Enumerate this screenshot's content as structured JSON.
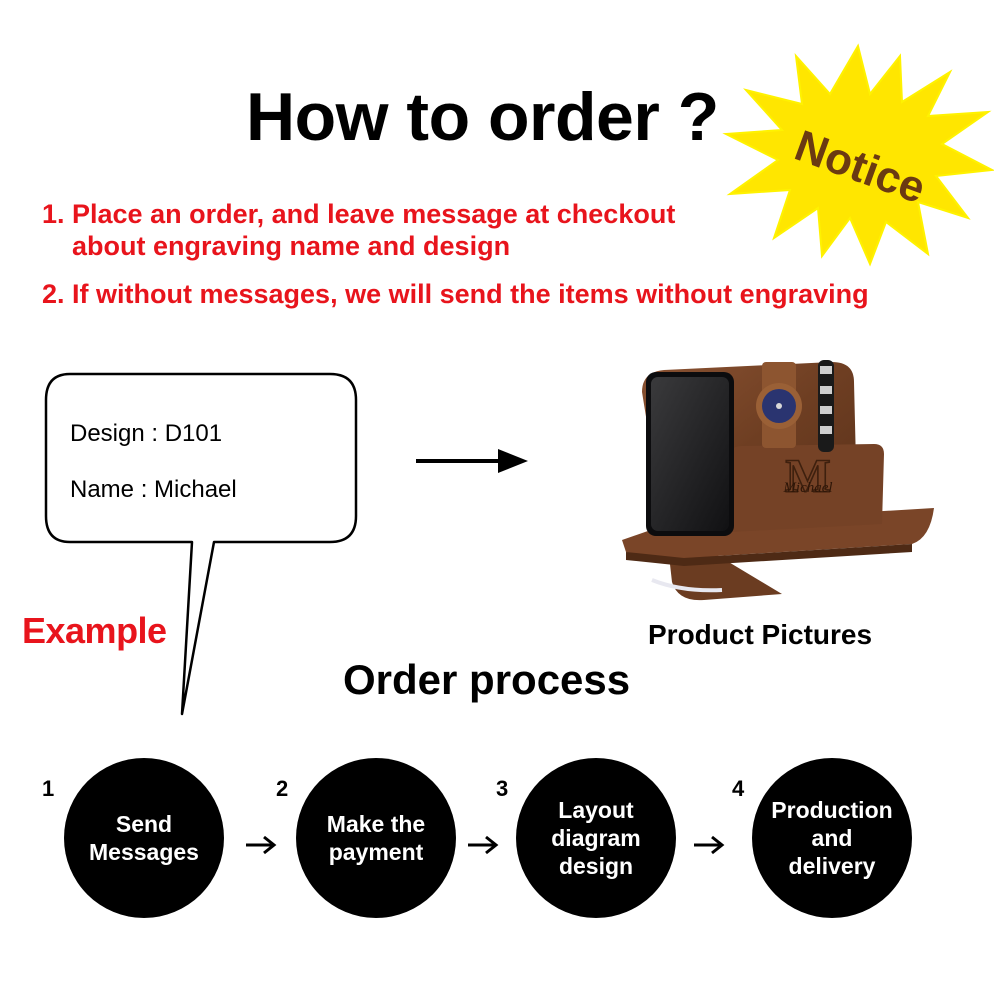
{
  "header": {
    "title": "How to order ?"
  },
  "notice": {
    "label": "Notice",
    "color": "#ffe600",
    "text_color": "#6b3a12"
  },
  "instructions": {
    "item1_line1": "1. Place an order, and leave message at checkout",
    "item1_line2": "about engraving name and design",
    "item2": "2. If without messages, we will send the items without engraving",
    "color": "#e8141c"
  },
  "example": {
    "design_line": "Design : D101",
    "name_line": "Name : Michael",
    "label": "Example"
  },
  "product": {
    "caption": "Product Pictures",
    "engraving_initial": "M",
    "engraving_name": "Michael"
  },
  "process": {
    "title": "Order process",
    "steps": [
      {
        "num": "1",
        "label": "Send Messages"
      },
      {
        "num": "2",
        "label": "Make the payment"
      },
      {
        "num": "3",
        "label": "Layout diagram design"
      },
      {
        "num": "4",
        "label": "Production and delivery"
      }
    ]
  }
}
